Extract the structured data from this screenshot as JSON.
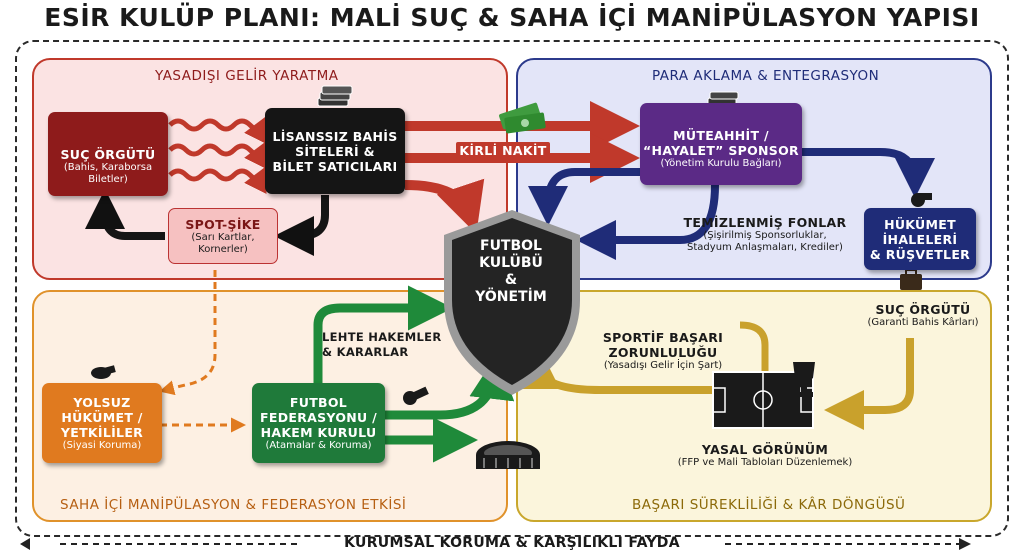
{
  "title": "ESİR KULÜP PLANI: MALİ SUÇ & SAHA İÇİ MANİPÜLASYON YAPISI",
  "footer": "KURUMSAL KORUMA & KARŞILIKLI FAYDA",
  "quadrants": {
    "top_left": "YASADIŞI GELİR YARATMA",
    "top_right": "PARA AKLAMA & ENTEGRASYON",
    "bottom_left": "SAHA İÇİ MANİPÜLASYON & FEDERASYON ETKİSİ",
    "bottom_right": "BAŞARI SÜREKLİLİĞİ & KÂR DÖNGÜSÜ"
  },
  "center": {
    "line1": "FUTBOL",
    "line2": "KULÜBÜ",
    "line3": "&",
    "line4": "YÖNETİM"
  },
  "nodes": {
    "suc_orgutu": {
      "title": "SUÇ ÖRGÜTÜ",
      "sub1": "(Bahis, Karaborsa",
      "sub2": "Biletler)"
    },
    "bahis": {
      "line1": "LİSANSSIZ BAHİS",
      "line2": "SİTELERİ &",
      "line3": "BİLET SATICILARI"
    },
    "spot_sike": {
      "title": "SPOT-ŞİKE",
      "sub1": "(Sarı Kartlar,",
      "sub2": "Kornerler)"
    },
    "muteahhit": {
      "line1": "MÜTEAHHİT /",
      "line2": "“HAYALET” SPONSOR",
      "sub": "(Yönetim Kurulu Bağları)"
    },
    "hukumet_ihale": {
      "line1": "HÜKÜMET",
      "line2": "İHALELERİ",
      "line3": "& RÜŞVETLER"
    },
    "yolsuz": {
      "line1": "YOLSUZ",
      "line2": "HÜKÜMET /",
      "line3": "YETKİLİLER",
      "sub": "(Siyasi Koruma)"
    },
    "federasyon": {
      "line1": "FUTBOL",
      "line2": "FEDERASYONU /",
      "line3": "HAKEM KURULU",
      "sub": "(Atamalar & Koruma)"
    }
  },
  "labels": {
    "kirli_nakit": "KİRLİ NAKİT",
    "temiz_fon": {
      "title": "TEMİZLENMİŞ FONLAR",
      "sub1": "(Şişirilmiş Sponsorluklar,",
      "sub2": "Stadyum Anlaşmaları, Krediler)"
    },
    "suc_orgutu2": {
      "title": "SUÇ ÖRGÜTÜ",
      "sub": "(Garanti Bahis Kârları)"
    },
    "lehte": {
      "line1": "LEHTE HAKEMLER",
      "line2": "& KARARLAR"
    },
    "sportif": {
      "line1": "SPORTİF BAŞARI",
      "line2": "ZORUNLULUĞU",
      "sub": "(Yasadışı Gelir İçin Şart)"
    },
    "yasal": {
      "title": "YASAL GÖRÜNÜM",
      "sub": "(FFP ve Mali Tabloları Düzenlemek)"
    }
  },
  "colors": {
    "red": "#8e1b1b",
    "black": "#151515",
    "pink": "#f6c1c1",
    "purple": "#5b2a86",
    "navy": "#1f2c78",
    "orange": "#e07a1f",
    "green": "#1f7a3a",
    "gold": "#c9a72c"
  },
  "icons": [
    "handcuffs-icon",
    "money-stack-icon",
    "cash-icon",
    "whistle-icon",
    "briefcase-icon",
    "stadium-icon",
    "soccer-field-icon",
    "trophy-icon",
    "shield-icon"
  ]
}
